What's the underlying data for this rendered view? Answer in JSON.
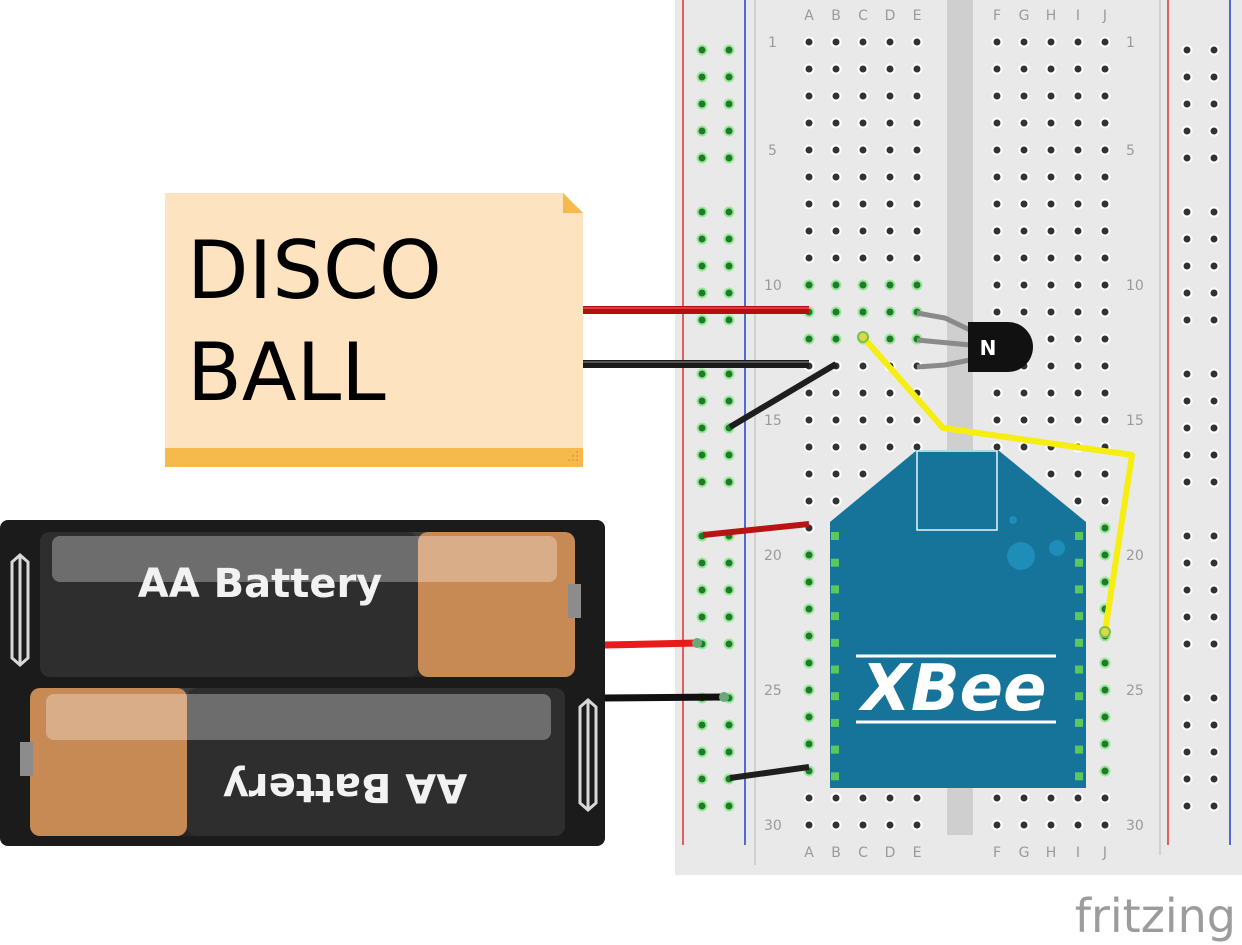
{
  "note": {
    "lines": [
      "DISCO",
      "BALL"
    ]
  },
  "breadboard": {
    "col_letters_left": [
      "A",
      "B",
      "C",
      "D",
      "E"
    ],
    "col_letters_right": [
      "F",
      "G",
      "H",
      "I",
      "J"
    ],
    "row_numbers": [
      "1",
      "5",
      "10",
      "15",
      "20",
      "25",
      "30"
    ]
  },
  "batteries": {
    "top_label": "AA Battery",
    "bottom_label": "AA Battery"
  },
  "xbee": {
    "logo": "XBee"
  },
  "transistor": {
    "mark": "N"
  },
  "watermark": "fritzing",
  "colors": {
    "wire_red": "#cc1111",
    "wire_black": "#1a1a1a",
    "wire_yellow": "#f5ee10",
    "wire_gray": "#8a8a8a",
    "breadboard": "#e9e9e9",
    "rail_red": "#e03030",
    "rail_blue": "#2040c8",
    "xbee_blue": "#16739a",
    "note_bg": "#fde3c0",
    "note_border": "#f5b94c",
    "connected_hole": "#5bc85b"
  }
}
